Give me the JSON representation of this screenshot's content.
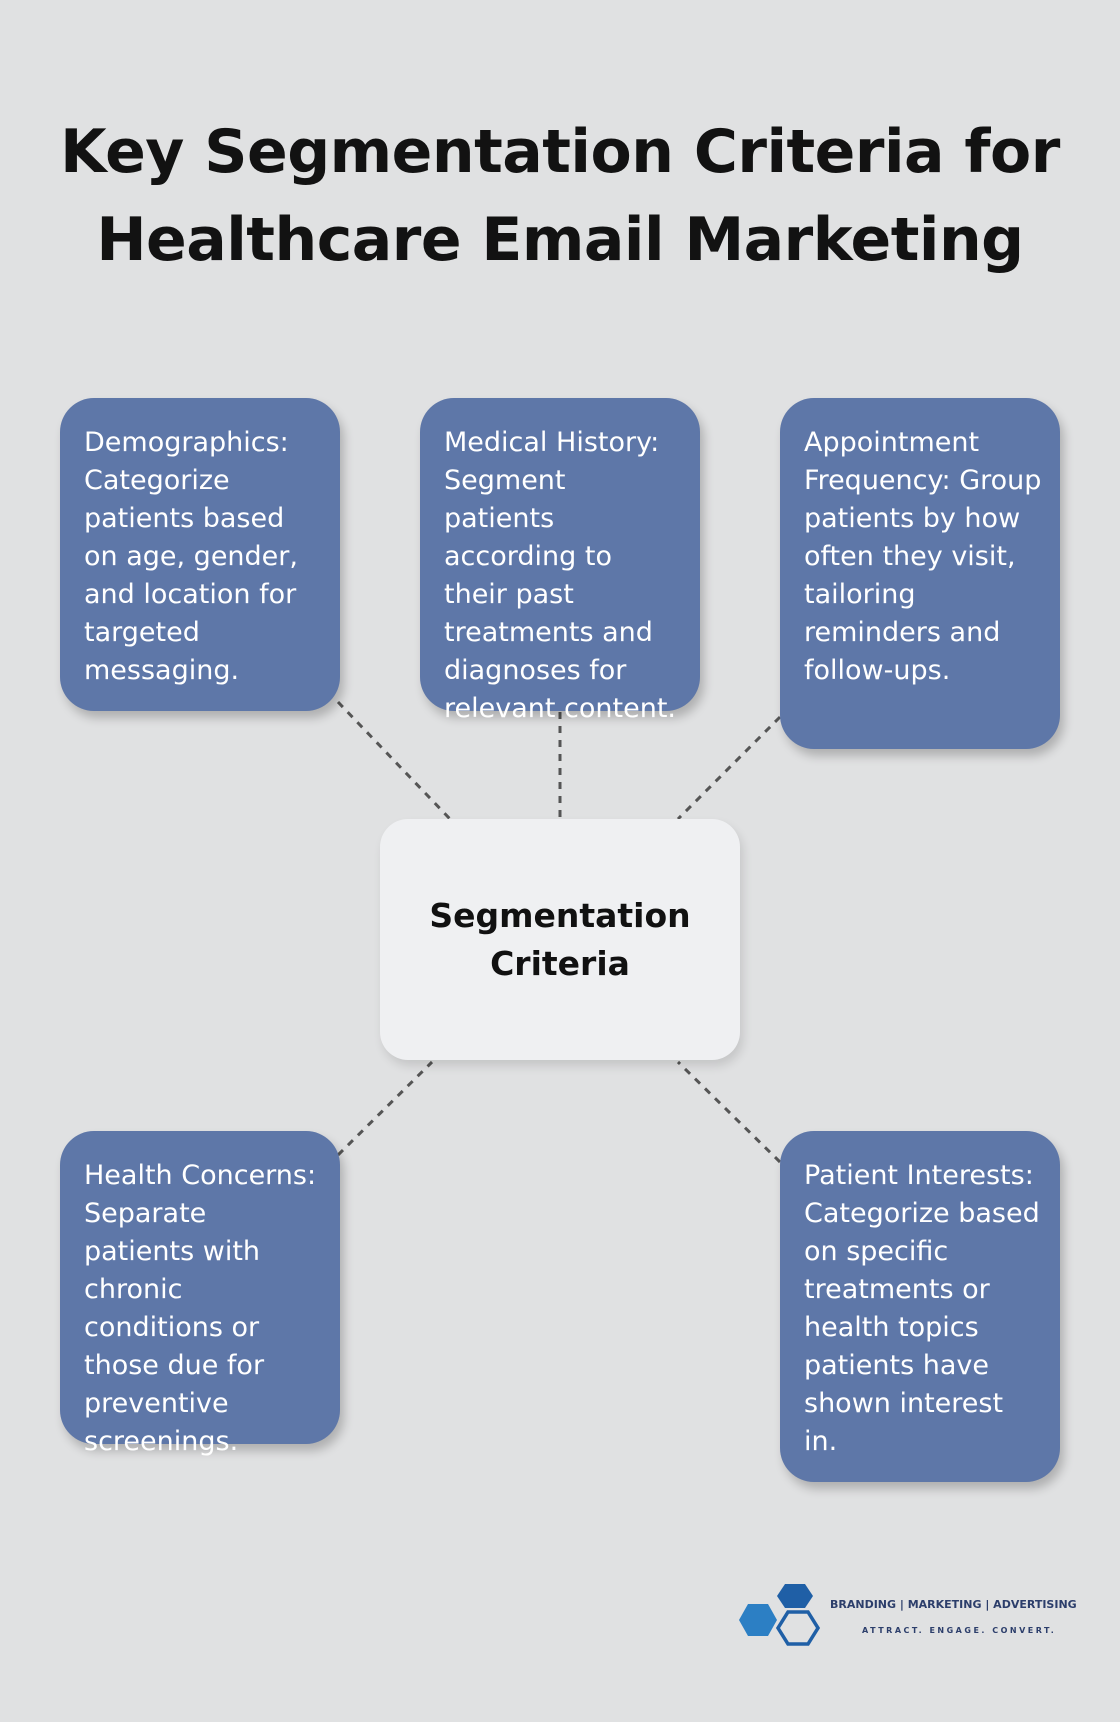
{
  "title": "Key Segmentation Criteria for Healthcare Email Marketing",
  "center": {
    "label": "Segmentation Criteria"
  },
  "cards": [
    {
      "id": "demographics",
      "text": "Demographics: Categorize patients based on age, gender, and location for targeted messaging."
    },
    {
      "id": "medical-history",
      "text": "Medical History: Segment patients according to their past treatments and diagnoses for relevant content."
    },
    {
      "id": "appointment-frequency",
      "text": "Appointment Frequency: Group patients by how often they visit, tailoring reminders and follow-ups."
    },
    {
      "id": "health-concerns",
      "text": "Health Concerns: Separate patients with chronic conditions or those due for preventive screenings."
    },
    {
      "id": "patient-interests",
      "text": "Patient Interests: Categorize based on specific treatments or health topics patients have shown interest in."
    }
  ],
  "logo": {
    "tagline_top": "BRANDING | MARKETING | ADVERTISING",
    "tagline_bottom": "ATTRACT. ENGAGE. CONVERT.",
    "colors": {
      "dark_blue": "#1f5fa6",
      "light_blue": "#2c7fc4"
    }
  },
  "colors": {
    "background": "#e0e1e2",
    "card": "#5e77a8",
    "center": "#eff0f2",
    "connector": "#555555"
  }
}
